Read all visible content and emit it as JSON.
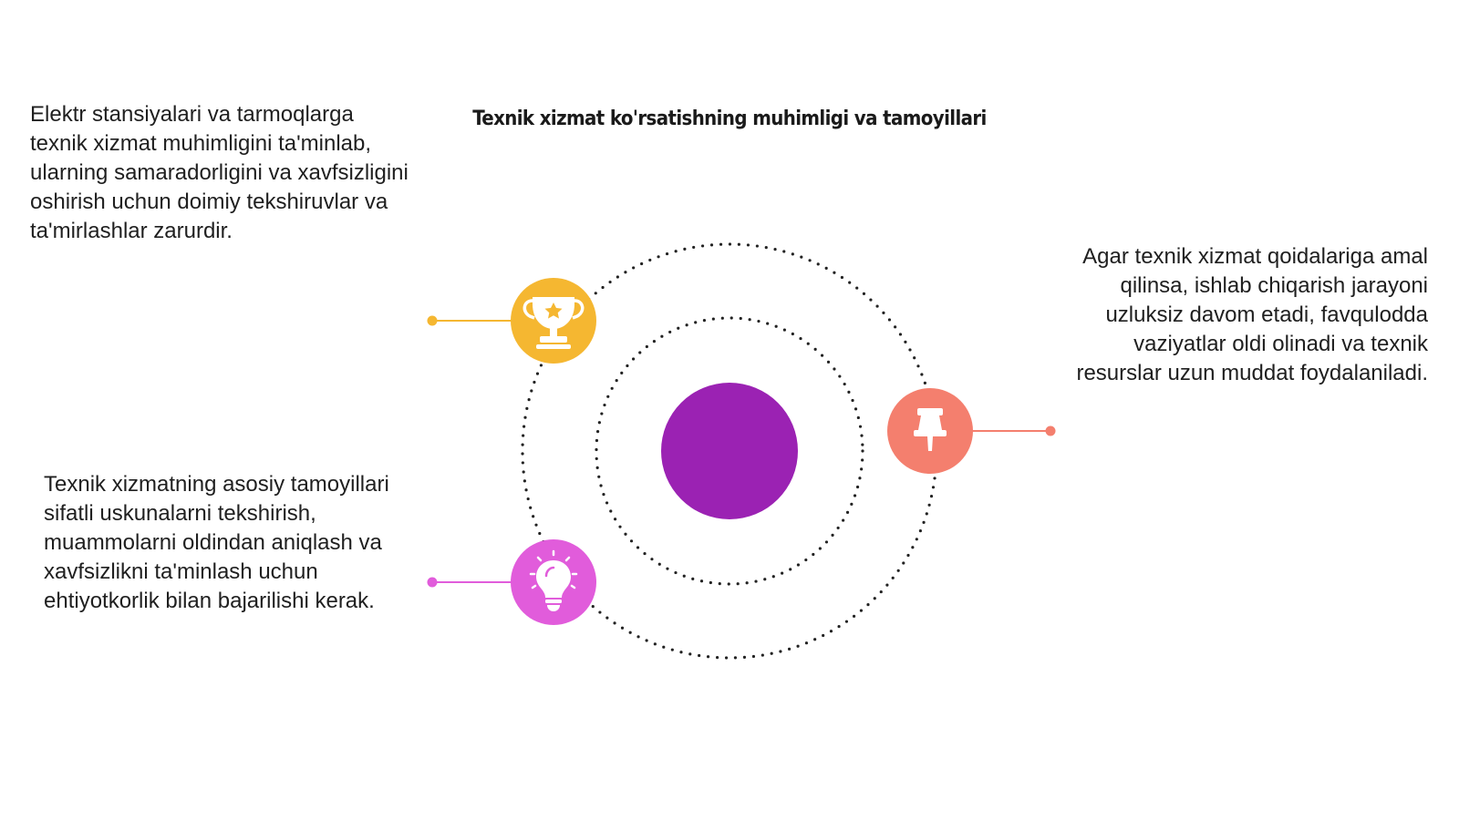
{
  "title": "Texnik xizmat ko'rsatishning muhimligi va tamoyillari",
  "items": [
    {
      "text": "Elektr stansiyalari va tarmoqlarga texnik xizmat muhimligini ta'minlab, ularning samaradorligini va xavfsizligini oshirish uchun doimiy tekshiruvlar va ta'mirlashlar zarurdir.",
      "icon": "trophy-icon",
      "color": "#F5B731"
    },
    {
      "text": "Agar texnik xizmat qoidalariga amal qilinsa, ishlab chiqarish jarayoni uzluksiz davom etadi, favqulodda vaziyatlar oldi olinadi va texnik resurslar uzun muddat foydalaniladi.",
      "icon": "pushpin-icon",
      "color": "#F47F6E"
    },
    {
      "text": "Texnik xizmatning asosiy tamoyillari sifatli uskunalarni tekshirish, muammolarni oldindan aniqlash va xavfsizlikni ta'minlash uchun ehtiyotkorlik bilan bajarilishi kerak.",
      "icon": "lightbulb-icon",
      "color": "#E15CDB"
    }
  ],
  "colors": {
    "center": "#9B22B3",
    "orbit": "#222222"
  }
}
